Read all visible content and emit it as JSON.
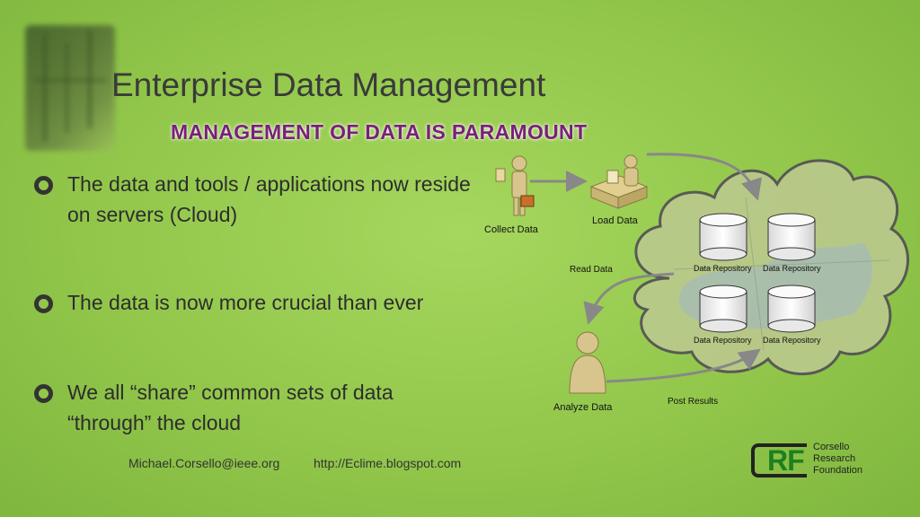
{
  "slide": {
    "title": "Enterprise Data Management",
    "subtitle": "MANAGEMENT OF DATA IS PARAMOUNT",
    "bullets": [
      {
        "text": "The data and tools / applications now reside on servers (Cloud)"
      },
      {
        "text": "The data is now more crucial than ever"
      },
      {
        "text": "We all “share” common sets of data “through” the cloud"
      }
    ],
    "footer": {
      "email": "Michael.Corsello@ieee.org",
      "blog": "http://Eclime.blogspot.com"
    }
  },
  "diagram": {
    "collect_label": "Collect Data",
    "load_label": "Load Data",
    "read_label": "Read Data",
    "analyze_label": "Analyze Data",
    "post_label": "Post Results",
    "repositories": [
      "Data Repository",
      "Data Repository",
      "Data Repository",
      "Data Repository"
    ]
  },
  "logo": {
    "letters": "RF",
    "org_line1": "Corsello",
    "org_line2": "Research",
    "org_line3": "Foundation"
  },
  "colors": {
    "background": "#92c74b",
    "subtitle": "#7a1f7a",
    "logo_green": "#1f7f1f"
  },
  "icons": [
    "person-icon",
    "desk-worker-icon",
    "analyst-icon",
    "cloud-icon",
    "database-icon",
    "bullet-ring-icon"
  ]
}
